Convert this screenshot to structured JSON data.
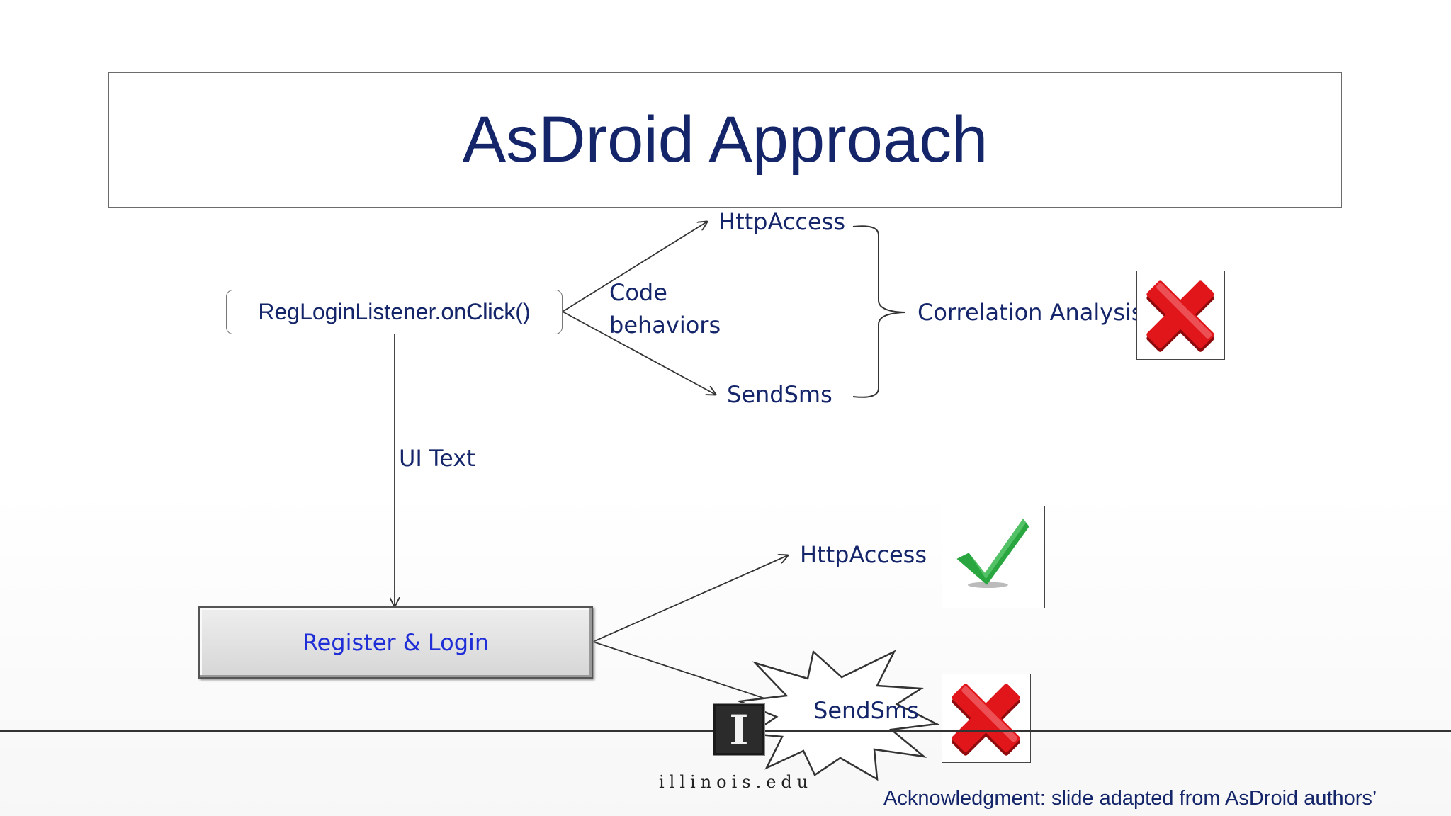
{
  "title": "AsDroid Approach",
  "method_node": {
    "prefix": "RegLoginListener.",
    "bold": "onClick",
    "suffix": "()"
  },
  "code_behaviors": [
    "Code",
    "behaviors"
  ],
  "top_targets": {
    "http": "HttpAccess",
    "sms": "SendSms"
  },
  "correlation": "Correlation Analysis",
  "ui_text": "UI Text",
  "button": {
    "label": "Register & Login"
  },
  "bottom_targets": {
    "http": "HttpAccess",
    "sms": "SendSms"
  },
  "marks": {
    "correlation": "cross-icon",
    "bottom_http": "check-icon",
    "bottom_sms": "cross-icon"
  },
  "colors": {
    "text": "#14256a",
    "button_text": "#1f2ed6",
    "cross": "#e0161b",
    "check": "#2aa640"
  },
  "logo": {
    "glyph": "I",
    "text": "illinois.edu"
  },
  "acknowledgment": "Acknowledgment: slide adapted from AsDroid authors’"
}
